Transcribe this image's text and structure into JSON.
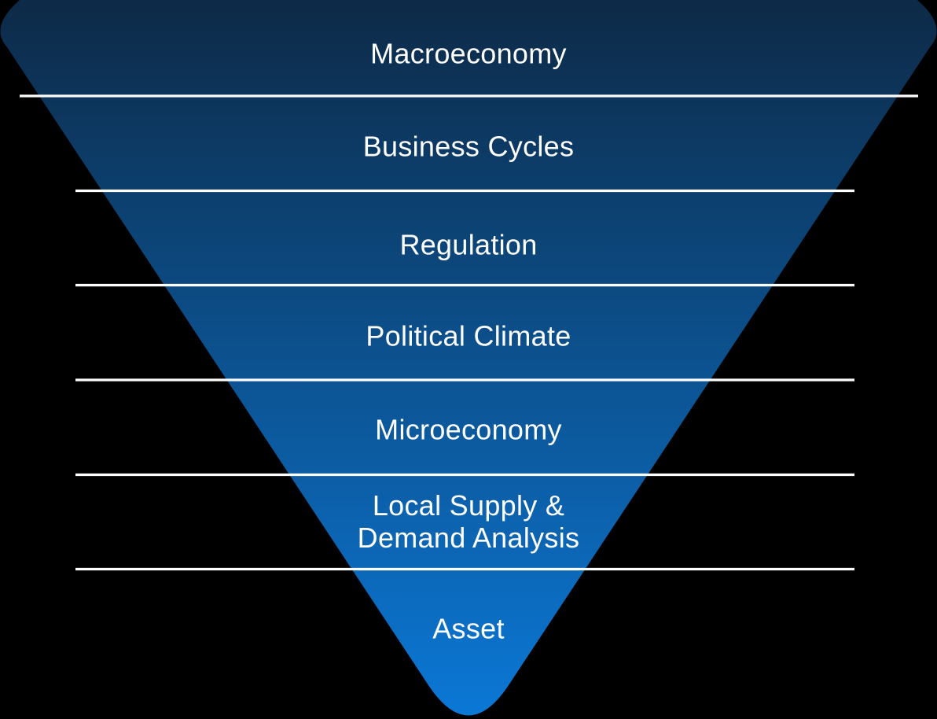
{
  "diagram": {
    "type": "inverted-pyramid-funnel",
    "description": "Top-down real estate analysis funnel from macro factors to the individual asset",
    "levels": [
      {
        "label": "Macroeconomy"
      },
      {
        "label": "Business Cycles"
      },
      {
        "label": "Regulation"
      },
      {
        "label": "Political Climate"
      },
      {
        "label": "Microeconomy"
      },
      {
        "label": "Local Supply &",
        "label2": "Demand Analysis"
      },
      {
        "label": "Asset"
      }
    ],
    "colors": {
      "gradient_top": "#0d2a47",
      "gradient_bottom": "#0b78d6",
      "divider": "#ffffff",
      "text": "#ffffff",
      "background": "#000000"
    }
  }
}
